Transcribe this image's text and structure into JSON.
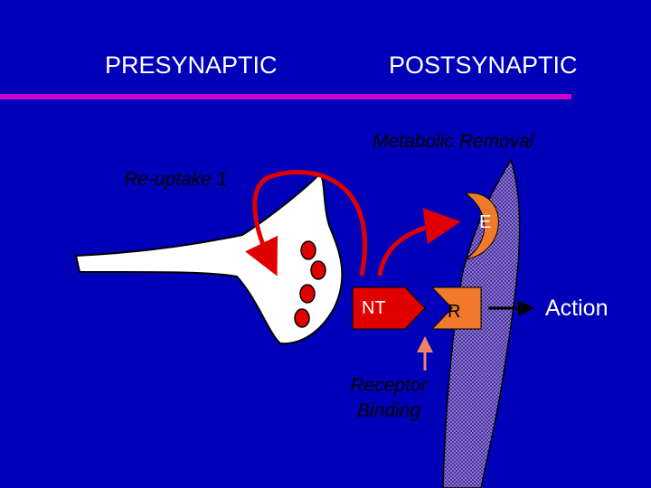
{
  "headers": {
    "presynaptic": "PRESYNAPTIC",
    "postsynaptic": "POSTSYNAPTIC"
  },
  "labels": {
    "metabolic_removal": "Metabolic Removal",
    "reuptake": "Re-uptake 1",
    "enzyme": "E",
    "neurotransmitter": "NT",
    "receptor": "R",
    "action": "Action",
    "receptor_binding_line1": "Receptor",
    "receptor_binding_line2": "Binding"
  },
  "colors": {
    "background": "#0000b8",
    "divider": "#cc00cc",
    "arrow_red": "#e00000",
    "enzyme_orange": "#f07a2a",
    "receptor_arrow": "#f0826a",
    "vesicle": "#dd0000",
    "postsynaptic_membrane": "#7a5fc8"
  }
}
